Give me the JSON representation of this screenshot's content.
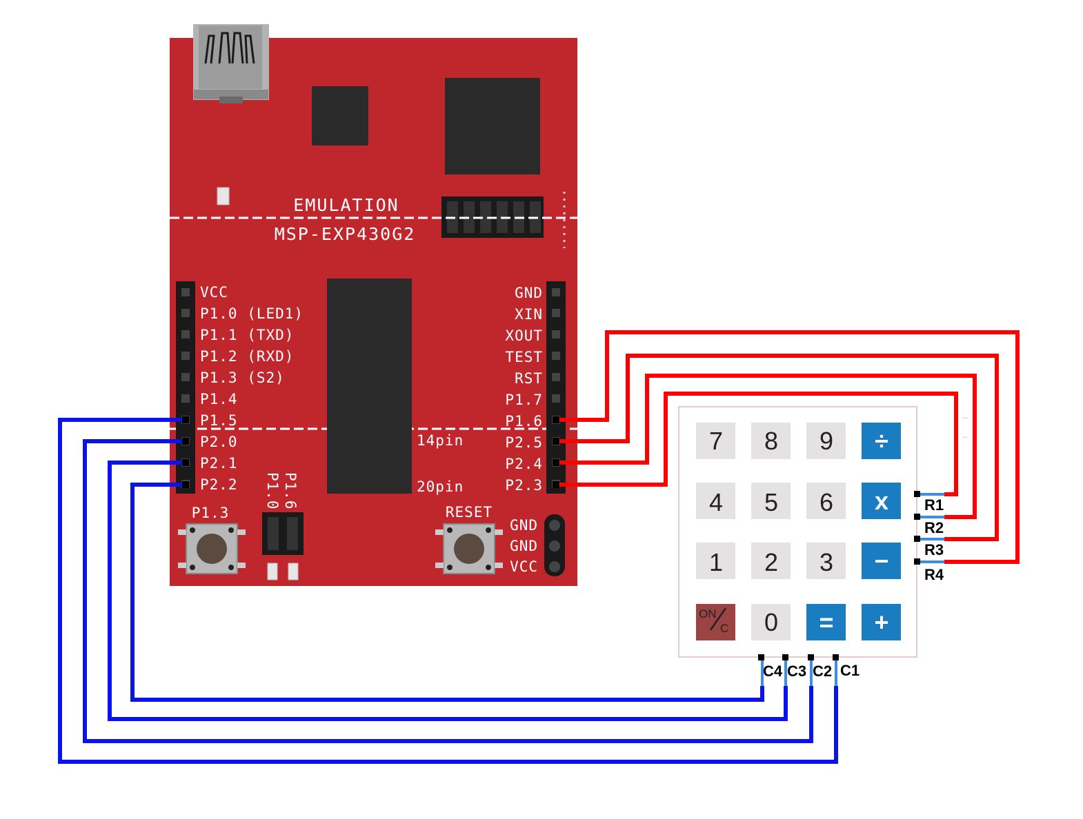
{
  "board": {
    "title_top": "EMULATION",
    "title_bottom": "MSP-EXP430G2",
    "left_header": [
      "VCC",
      "P1.0 (LED1)",
      "P1.1 (TXD)",
      "P1.2 (RXD)",
      "P1.3 (S2)",
      "P1.4",
      "P1.5",
      "P2.0",
      "P2.1",
      "P2.2"
    ],
    "right_header": [
      "GND",
      "XIN",
      "XOUT",
      "TEST",
      "RST",
      "P1.7",
      "P1.6",
      "P2.5",
      "P2.4",
      "P2.3"
    ],
    "label_14pin": "14pin",
    "label_20pin": "20pin",
    "button_left": "P1.3",
    "button_right": "RESET",
    "jumper_labels": [
      "P1.0",
      "P1.6"
    ],
    "power_pins": [
      "GND",
      "GND",
      "VCC"
    ]
  },
  "keypad": {
    "rows": [
      [
        "7",
        "8",
        "9",
        "÷"
      ],
      [
        "4",
        "5",
        "6",
        "x"
      ],
      [
        "1",
        "2",
        "3",
        "−"
      ],
      [
        "ON",
        "0",
        "=",
        "+"
      ]
    ],
    "clear_key": {
      "main": "ON",
      "sub": "C"
    },
    "row_labels": [
      "R1",
      "R2",
      "R3",
      "R4"
    ],
    "col_labels": [
      "C4",
      "C3",
      "C2",
      "C1"
    ]
  },
  "colors": {
    "board": "#c0272d",
    "wire_red": "#ff0000",
    "wire_blue": "#0a14e6",
    "key_gray": "#e4e2e2",
    "key_blue": "#1a7dc1",
    "key_clear": "#9b4444"
  }
}
